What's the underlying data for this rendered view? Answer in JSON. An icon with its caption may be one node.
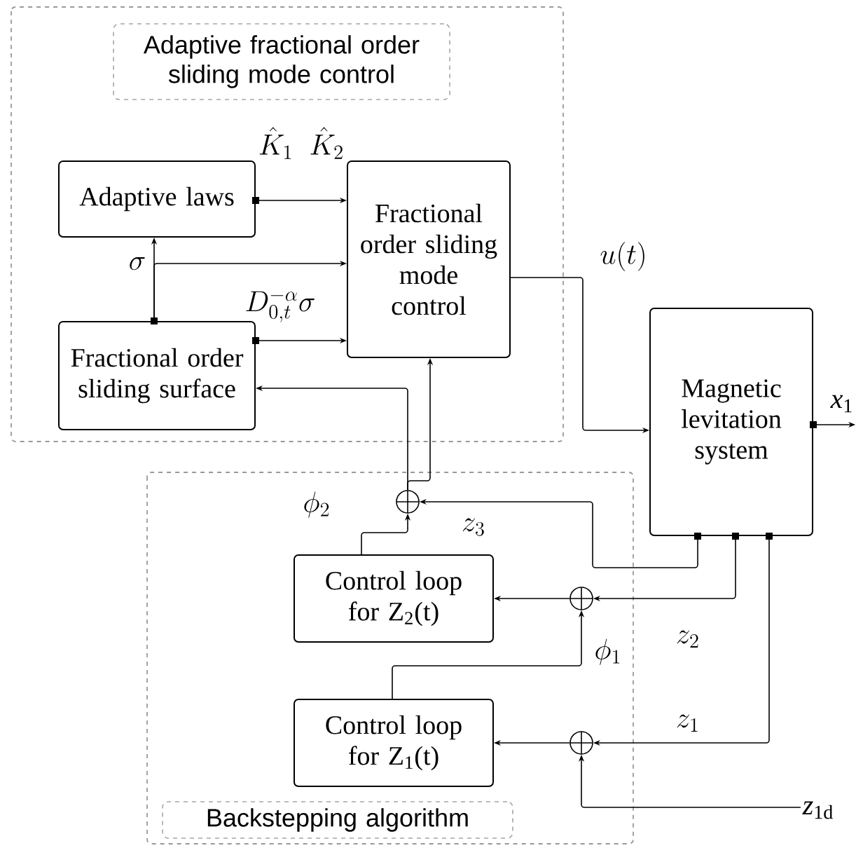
{
  "diagram": {
    "nodes": [
      {
        "text": [
          "Adaptive fractional order sliding mode control"
        ]
      },
      {
        "text": [
          "Adaptive laws"
        ],
        "in": 0
      },
      {
        "text": [
          "Fractional order sliding surface"
        ],
        "in": 0
      },
      {
        "text": [
          "Fractional order sliding mode control"
        ],
        "in": 0
      },
      {
        "text": [
          "Magnetic levitation system"
        ]
      },
      {
        "text": [
          "Backstepping algorithm"
        ]
      },
      {
        "text": [],
        "shape": "circle",
        "in": 5
      },
      {
        "text": [
          "Control loop for Z$_{2}$(t)"
        ],
        "in": 5
      },
      {
        "text": [],
        "shape": "circle",
        "in": 5
      },
      {
        "text": [
          "Control loop for Z$_{1}$(t)"
        ],
        "in": 5
      },
      {
        "text": [],
        "shape": "circle",
        "in": 5
      },
      {
        "text": [
          "*x*$_{1}$"
        ]
      },
      {
        "text": [
          "*z*$_{1d}$"
        ]
      }
    ],
    "edges": [
      {
        "from": 1,
        "to": 3,
        "arrow": "to",
        "label": "\\hat{K}_1\\;\\;\\hat{K}_2"
      },
      {
        "from": 2,
        "to": 1,
        "arrow": "to",
        "label": "\\sigma"
      },
      {
        "from": 2,
        "to": 3,
        "arrow": "to"
      },
      {
        "from": 2,
        "to": 3,
        "arrow": "to",
        "label": "D_{0,t}^{-\\alpha}\\sigma"
      },
      {
        "from": 3,
        "to": 4,
        "arrow": "to",
        "label": "u(t)"
      },
      {
        "from": 4,
        "to": 11,
        "arrow": "to"
      },
      {
        "from": 4,
        "to": 6,
        "arrow": "to",
        "label": "z_3"
      },
      {
        "from": 4,
        "to": 8,
        "arrow": "to",
        "label": "z_2"
      },
      {
        "from": 4,
        "to": 10,
        "arrow": "to",
        "label": "z_1"
      },
      {
        "from": 12,
        "to": 10,
        "arrow": "to"
      },
      {
        "from": 10,
        "to": 9,
        "arrow": "to"
      },
      {
        "from": 8,
        "to": 7,
        "arrow": "to"
      },
      {
        "from": 9,
        "to": 8,
        "arrow": "to",
        "label": "\\phi_1"
      },
      {
        "from": 7,
        "to": 6,
        "arrow": "to",
        "label": "\\phi_2"
      },
      {
        "from": 6,
        "to": 3,
        "arrow": "to"
      },
      {
        "from": 6,
        "to": 2,
        "arrow": "to"
      }
    ]
  }
}
